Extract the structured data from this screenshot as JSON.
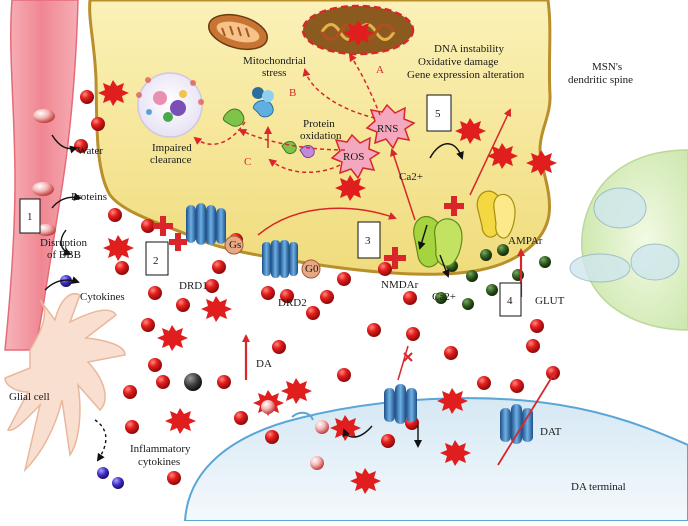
{
  "labels": {
    "dna_line1": "DNA instability",
    "dna_line2": "Oxidative damage",
    "dna_line3": "Gene expression alteration",
    "msn_line1": "MSN's",
    "msn_line2": "dendritic spine",
    "mito": "Mitochondrial",
    "mito2": "stress",
    "impaired1": "Impaired",
    "impaired2": "clearance",
    "protein1": "Protein",
    "protein2": "oxidation",
    "rns": "RNS",
    "ros": "ROS",
    "ca_upper": "Ca2+",
    "ca_lower": "Ca2+",
    "letter_a": "A",
    "letter_b": "B",
    "letter_c": "C",
    "water": "Water",
    "proteins": "Proteins",
    "disruption1": "Disruption",
    "disruption2": "of BBB",
    "cytokines": "Cytokines",
    "drd1": "DRD1",
    "drd2": "DRD2",
    "gs": "Gs",
    "g0": "G0",
    "nmdar": "NMDAr",
    "ampar": "AMPAr",
    "glut": "GLUT",
    "da": "DA",
    "dat": "DAT",
    "glial": "Glial cell",
    "inflam1": "Inflammatory",
    "inflam2": "cytokines",
    "da_terminal": "DA terminal"
  },
  "boxes": [
    "1",
    "2",
    "3",
    "4",
    "5"
  ],
  "colors": {
    "spine_fill": "#f2e08a",
    "spine_stroke": "#c9a640",
    "vessel": "#f08c96",
    "arrow_red": "#d8262b",
    "dopamine": "#e01e1e",
    "glutamate": "#2e5a1c",
    "receptor_blue": "#3b87c9",
    "nmda_green": "#9bc93b",
    "ampa_yellow": "#f0d840",
    "glial": "#f7d9c8",
    "terminal": "#e8f2f8",
    "presyn": "#dff0c8"
  }
}
